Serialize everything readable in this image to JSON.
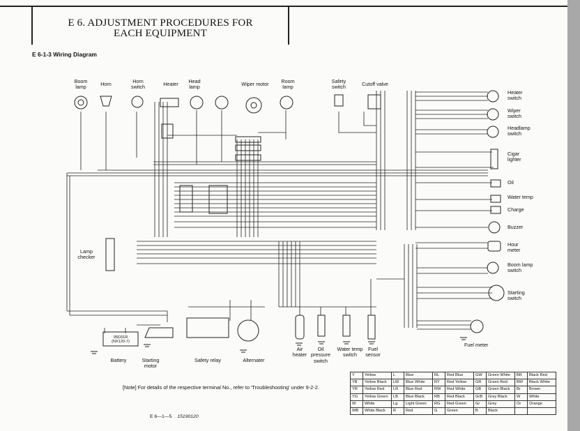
{
  "header": {
    "title_line1": "E 6.  ADJUSTMENT PROCEDURES FOR",
    "title_line2": "EACH EQUIPMENT",
    "section": "E 6-1-3  Wiring Diagram"
  },
  "components_top": {
    "boom_lamp": "Boom\nlamp",
    "horn": "Horn",
    "horn_switch": "Horn\nswitch",
    "heater": "Heater",
    "head_lamp": "Head\nlamp",
    "wiper_motor": "Wiper motor",
    "room_lamp": "Room\nlamp",
    "safety_switch": "Safety\nswitch",
    "cutoff_valve": "Cutoff valve"
  },
  "components_right": {
    "heater_switch": "Heater\nswitch",
    "wiper_switch": "Wiper\nswitch",
    "headlamp_switch": "Headlamp\nswitch",
    "cigar_lighter": "Cigar\nlighter",
    "oil": "Oil",
    "water_temp": "Water temp",
    "charge": "Charge",
    "buzzer": "Buzzer",
    "hour_meter": "Hour\nmeter",
    "boom_lamp_switch": "Boom lamp\nswitch",
    "starting_switch": "Starting\nswitch",
    "fuel_meter": "Fuel meter"
  },
  "components_bottom": {
    "lamp_checker": "Lamp\nchecker",
    "battery": "Battery",
    "starting_motor": "Starting\nmotor",
    "safety_relay": "Safety relay",
    "alternater": "Alternater",
    "air_heater": "Air\nheater",
    "oil_pressure_switch": "Oil\npressure\nswitch",
    "water_temp_switch": "Water temp\nswitch",
    "fuel_sensor": "Fuel\nsensor",
    "battery_label": "95D31R\n(NX120-7)"
  },
  "note": "[Note] For details of the respective terminal No., refer to 'Troubleshooting' under 9-2-2.",
  "footer": {
    "page": "E 6—1—5",
    "code": "15190120"
  },
  "color_legend": [
    [
      [
        "Y",
        "Yellow"
      ],
      [
        "L",
        "Blue"
      ],
      [
        "RL",
        "Red Blue"
      ],
      [
        "GW",
        "Green White"
      ],
      [
        "BR",
        "Black Red"
      ]
    ],
    [
      [
        "YB",
        "Yellow Black"
      ],
      [
        "LW",
        "Blue White"
      ],
      [
        "RY",
        "Red Yellow"
      ],
      [
        "GR",
        "Green Red"
      ],
      [
        "BW",
        "Black White"
      ]
    ],
    [
      [
        "YR",
        "Yellow Red"
      ],
      [
        "LR",
        "Blue Red"
      ],
      [
        "RW",
        "Red White"
      ],
      [
        "GB",
        "Green Black"
      ],
      [
        "Br",
        "Brown"
      ]
    ],
    [
      [
        "YG",
        "Yellow Green"
      ],
      [
        "LB",
        "Blue Black"
      ],
      [
        "RB",
        "Red Black"
      ],
      [
        "GrB",
        "Grey Black"
      ],
      [
        "W",
        "White"
      ]
    ],
    [
      [
        "W",
        "White"
      ],
      [
        "Lg",
        "Light Green"
      ],
      [
        "RG",
        "Red Green"
      ],
      [
        "Gr",
        "Grey"
      ],
      [
        "Or",
        "Orange"
      ]
    ],
    [
      [
        "WB",
        "White Black"
      ],
      [
        "R",
        "Red"
      ],
      [
        "G",
        "Green"
      ],
      [
        "B",
        "Black"
      ],
      [
        "",
        ""
      ]
    ]
  ]
}
